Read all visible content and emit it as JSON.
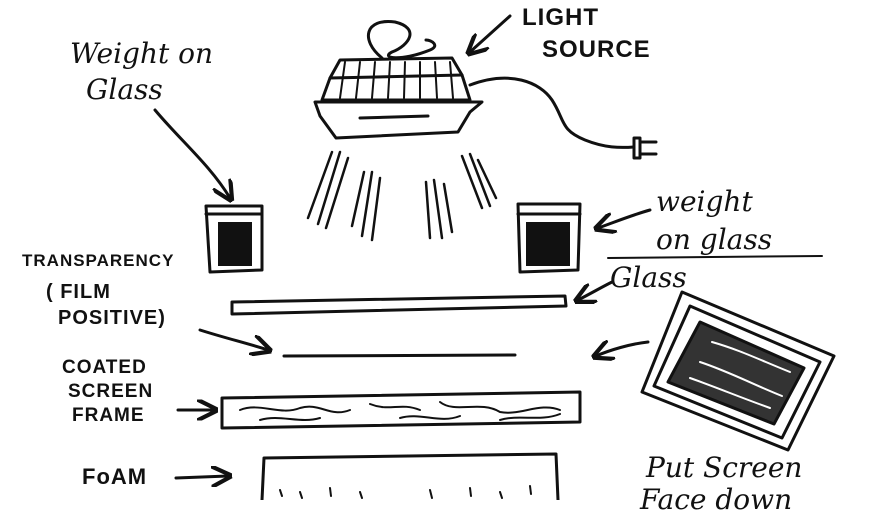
{
  "labels": {
    "light_source_1": "LIGHT",
    "light_source_2": "SOURCE",
    "weight_left_1": "Weight on",
    "weight_left_2": "Glass",
    "weight_right_1": "weight",
    "weight_right_2": "on glass",
    "glass": "Glass",
    "transparency_1": "TRANSPARENCY",
    "transparency_2": "( FILM",
    "transparency_3": "POSITIVE)",
    "coated_1": "COATED",
    "coated_2": "SCREEN",
    "coated_3": "FRAME",
    "foam": "FoAM",
    "put_screen_1": "Put Screen",
    "put_screen_2": "Face down"
  },
  "colors": {
    "ink": "#111111",
    "paper": "#ffffff"
  }
}
